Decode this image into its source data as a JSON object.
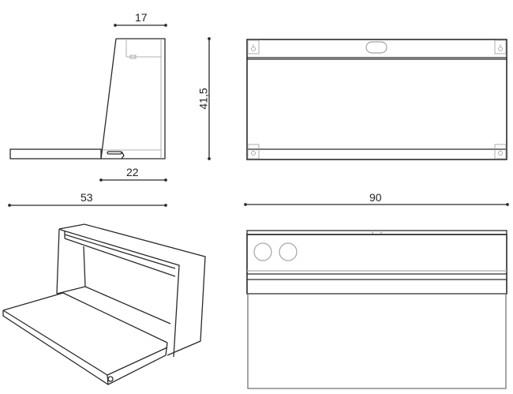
{
  "dimensions": {
    "top_depth": "17",
    "height": "41,5",
    "base_depth": "22",
    "open_depth": "53",
    "width": "90"
  },
  "views": [
    {
      "name": "side-view-open"
    },
    {
      "name": "back-view"
    },
    {
      "name": "isometric-view-open"
    },
    {
      "name": "front-view-open"
    }
  ],
  "colors": {
    "line": "#2a2a2a",
    "light_line": "#aaaaaa"
  }
}
